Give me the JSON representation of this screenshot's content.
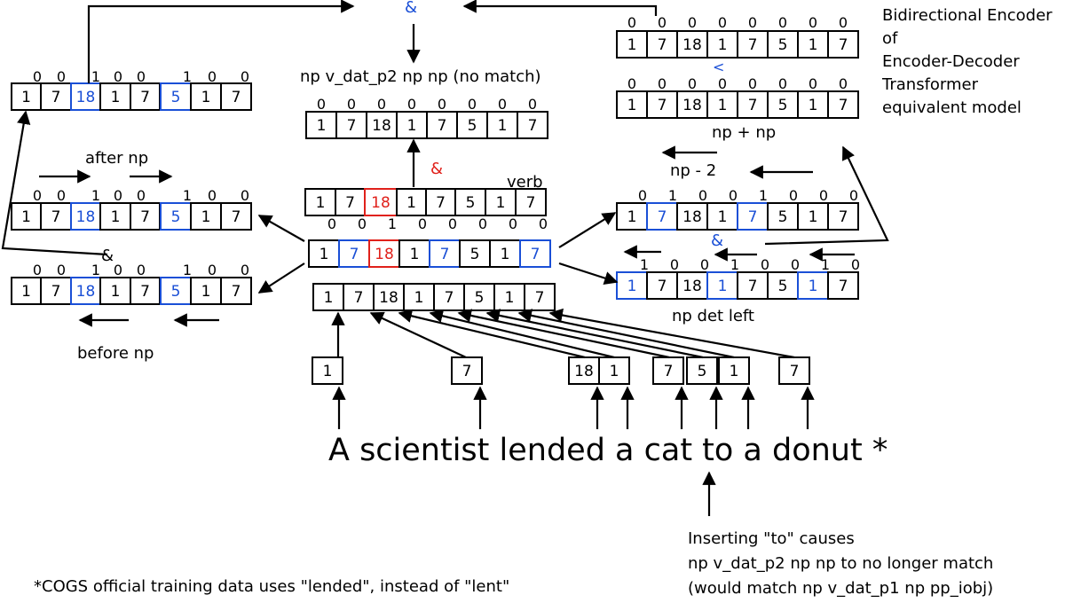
{
  "title": "Bidirectional Encoder of Encoder-Decoder Transformer equivalent model",
  "title_lines": [
    "Bidirectional Encoder",
    "of",
    "Encoder-Decoder",
    "Transformer",
    "equivalent model"
  ],
  "sentence": "A scientist lended a cat to a donut *",
  "token_ids": [
    "1",
    "7",
    "18",
    "1",
    "7",
    "5",
    "1",
    "7"
  ],
  "input_boxes": [
    "1",
    "7",
    "18",
    "1",
    "7",
    "5",
    "1",
    "7"
  ],
  "labels": {
    "after_np": "after np",
    "before_np": "before np",
    "verb": "verb",
    "np_minus_2": "np - 2",
    "np_plus_np": "np  +  np",
    "np_det_left": "np det left",
    "no_match": "np v_dat_p2 np np (no match)",
    "amp": "&",
    "less_than": "<"
  },
  "flags": {
    "after_np": [
      "0",
      "0",
      "1",
      "0",
      "0",
      "1",
      "0",
      "0"
    ],
    "before_np": [
      "0",
      "0",
      "1",
      "0",
      "0",
      "1",
      "0",
      "0"
    ],
    "top_left": [
      "0",
      "0",
      "1",
      "0",
      "0",
      "1",
      "0",
      "0"
    ],
    "verb": [
      "0",
      "0",
      "1",
      "0",
      "0",
      "0",
      "0",
      "0"
    ],
    "result": [
      "0",
      "0",
      "0",
      "0",
      "0",
      "0",
      "0",
      "0"
    ],
    "np_minus_2": [
      "0",
      "1",
      "0",
      "0",
      "1",
      "0",
      "0",
      "0"
    ],
    "np_det_left": [
      "1",
      "0",
      "0",
      "1",
      "0",
      "0",
      "1",
      "0"
    ],
    "np_plus_np_top": [
      "0",
      "0",
      "0",
      "0",
      "0",
      "0",
      "0",
      "0"
    ],
    "np_plus_np_bottom": [
      "0",
      "0",
      "0",
      "0",
      "0",
      "0",
      "0",
      "0"
    ]
  },
  "note_inserting": [
    "Inserting \"to\" causes",
    "np v_dat_p2 np np to no longer match",
    "(would match np v_dat_p1 np pp_iobj)"
  ],
  "footnote": "*COGS official training data uses \"lended\", instead of \"lent\"",
  "colors": {
    "blue": "#1a4fd6",
    "red": "#e0211b",
    "black": "#000000"
  }
}
